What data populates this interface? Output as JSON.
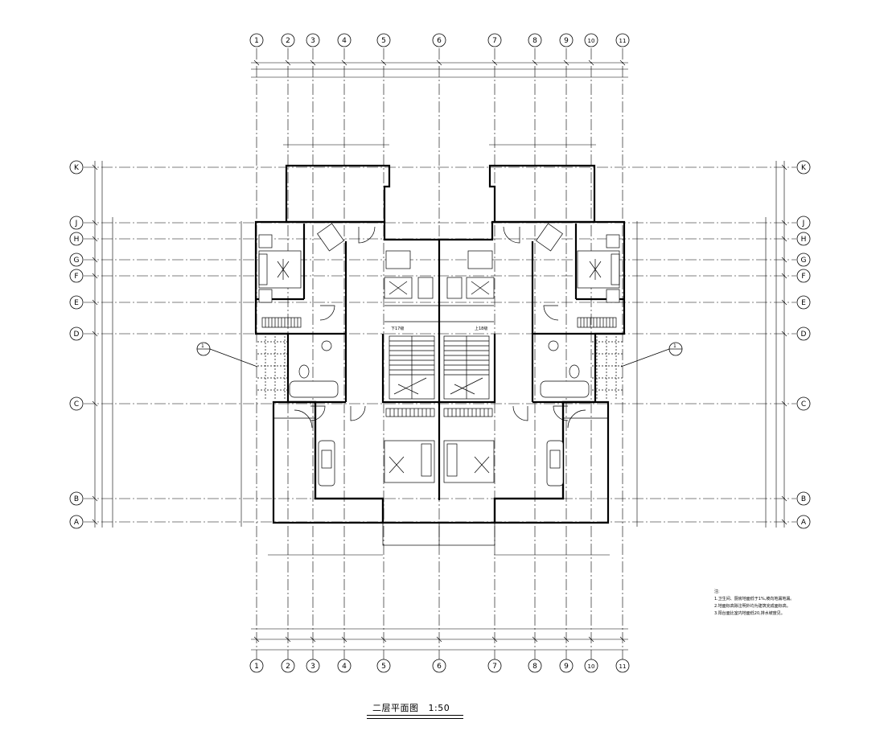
{
  "plan": {
    "title": "二层平面图",
    "scale": "1:50",
    "column_axes": [
      "1",
      "2",
      "3",
      "4",
      "5",
      "6",
      "7",
      "8",
      "9",
      "10",
      "11"
    ],
    "row_axes": [
      "K",
      "J",
      "H",
      "G",
      "F",
      "E",
      "D",
      "C",
      "B",
      "A"
    ],
    "section_mark": "1",
    "stair_labels": [
      "下17级",
      "上18级"
    ],
    "notes": {
      "heading": "注:",
      "items": [
        "1.卫生间、厨房地面低于1%,坡向地漏地漏。",
        "2.地面标高除注明外均为建筑完成面标高。",
        "3.阳台面比室内地面低20,排水坡度见。"
      ]
    }
  },
  "colors": {
    "line": "#000000",
    "background": "#ffffff"
  }
}
